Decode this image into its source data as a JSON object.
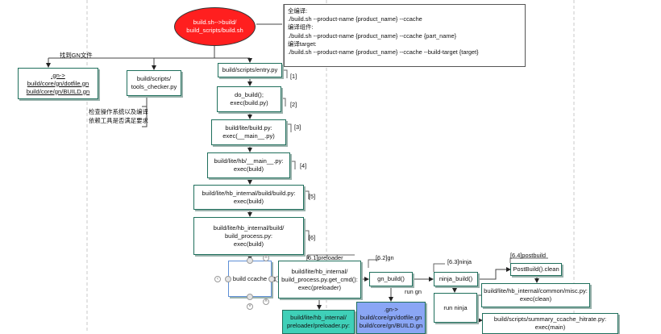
{
  "start_node": {
    "line1": "build.sh-->build/",
    "line2": "build_scripts/build.sh"
  },
  "note": {
    "lines": [
      "全编译:",
      "./build.sh --product-name {product_name} --ccache",
      "编译组件:",
      "./build.sh --product-name {product_name} --ccache {part_name}",
      "编译target:",
      "./build.sh --product-name {product_name} --ccache --build-target {target}"
    ]
  },
  "gn_find": {
    "label": "找到GN文件",
    "line1": ".gn->",
    "line2": "build/core/gn/dotfile.gn",
    "line3": "build/core/gn/BUILD.gn"
  },
  "tools_checker": {
    "line1": "build/scripts/",
    "line2": "tools_checker.py",
    "comment1": "检查操作系统以及编译",
    "comment2": "依赖工具是否满足要求"
  },
  "steps": [
    {
      "line1": "build/scripts/entry.py",
      "line2": "",
      "line3": "",
      "line4": "",
      "tag": "[1]"
    },
    {
      "line1": "do_build();",
      "line2": "exec(build.py)",
      "line3": "",
      "line4": "",
      "tag": "[2]"
    },
    {
      "line1": "build/lite/build.py:",
      "line2": "exec(__main__.py)",
      "line3": "",
      "line4": "",
      "tag": "[3]"
    },
    {
      "line1": "build/lite/hb/__main__.py:",
      "line2": "exec(build)",
      "line3": "",
      "line4": "",
      "tag": "[4]"
    },
    {
      "line1": "build/lite/hb_internal/build/build.py:",
      "line2": "exec(build)",
      "line3": "",
      "line4": "",
      "tag": "[5]"
    },
    {
      "line1": "build/lite/hb_internal/build/",
      "line2": "build_process.py:",
      "line3": "exec(build)",
      "line4": "",
      "tag": "[6]"
    }
  ],
  "ccache": {
    "label": "build ccache"
  },
  "preloader": {
    "tag": "[6.1]preloader",
    "line1": "build/lite/hb_internal/",
    "line2": "build_process.py.get_cmd():",
    "line3": "exec(preloader)",
    "sub_line1": "build/lite/hb_internal/",
    "sub_line2": "preloader/preloader.py:"
  },
  "gn": {
    "tag": "[6.2]gn",
    "label": "gn_build()",
    "run_label": "run gn",
    "sub_line1": ".gn->",
    "sub_line2": "build/core/gn/dotfile.gn",
    "sub_line3": "build/core/gn/BUILD.gn"
  },
  "ninja": {
    "tag": "[6.3]ninja",
    "label": "ninja_build()",
    "run_label": "run ninja"
  },
  "postbuild": {
    "tag": "[6.4]postbuild",
    "label": "PostBuild().clean",
    "misc_line1": "build/lite/hb_internal/common/misc.py:",
    "misc_line2": "exec(clean)",
    "summary_line1": "build/scripts/summary_ccache_hitrate.py:",
    "summary_line2": "exec(main)"
  }
}
